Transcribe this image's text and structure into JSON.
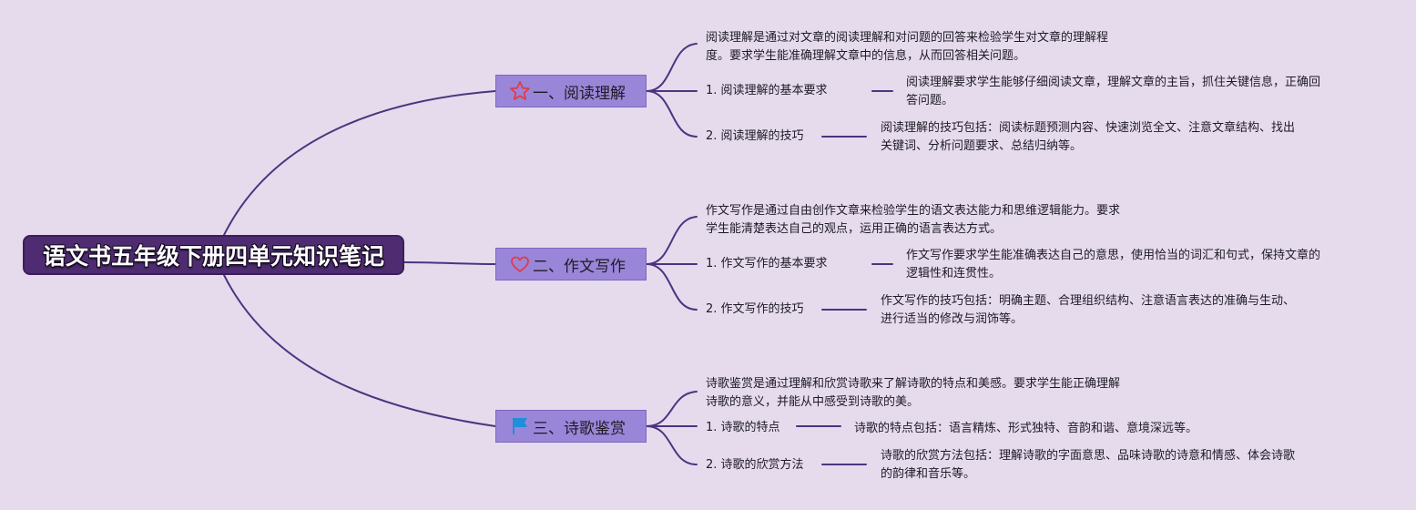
{
  "root": {
    "title": "语文书五年级下册四单元知识笔记"
  },
  "branches": [
    {
      "label": "一、阅读理解",
      "icon": "star-icon",
      "icon_color": "#e23a4a",
      "intro": [
        "阅读理解是通过对文章的阅读理解和对问题的回答来检验学生对文章的理解程",
        "度。要求学生能准确理解文章中的信息，从而回答相关问题。"
      ],
      "items": [
        {
          "label": "1. 阅读理解的基本要求",
          "detail": [
            "阅读理解要求学生能够仔细阅读文章，理解文章的主旨，抓住关键信息，正确回",
            "答问题。"
          ]
        },
        {
          "label": "2. 阅读理解的技巧",
          "detail": [
            "阅读理解的技巧包括：阅读标题预测内容、快速浏览全文、注意文章结构、找出",
            "关键词、分析问题要求、总结归纳等。"
          ]
        }
      ]
    },
    {
      "label": "二、作文写作",
      "icon": "heart-icon",
      "icon_color": "#e23a4a",
      "intro": [
        "作文写作是通过自由创作文章来检验学生的语文表达能力和思维逻辑能力。要求",
        "学生能清楚表达自己的观点，运用正确的语言表达方式。"
      ],
      "items": [
        {
          "label": "1. 作文写作的基本要求",
          "detail": [
            "作文写作要求学生能准确表达自己的意思，使用恰当的词汇和句式，保持文章的",
            "逻辑性和连贯性。"
          ]
        },
        {
          "label": "2. 作文写作的技巧",
          "detail": [
            "作文写作的技巧包括：明确主题、合理组织结构、注意语言表达的准确与生动、",
            "进行适当的修改与润饰等。"
          ]
        }
      ]
    },
    {
      "label": "三、诗歌鉴赏",
      "icon": "flag-icon",
      "icon_color": "#1e8fd8",
      "intro": [
        "诗歌鉴赏是通过理解和欣赏诗歌来了解诗歌的特点和美感。要求学生能正确理解",
        "诗歌的意义，并能从中感受到诗歌的美。"
      ],
      "items": [
        {
          "label": "1. 诗歌的特点",
          "detail": [
            "诗歌的特点包括：语言精炼、形式独特、音韵和谐、意境深远等。"
          ]
        },
        {
          "label": "2. 诗歌的欣赏方法",
          "detail": [
            "诗歌的欣赏方法包括：理解诗歌的字面意思、品味诗歌的诗意和情感、体会诗歌",
            "的韵律和音乐等。"
          ]
        }
      ]
    }
  ],
  "colors": {
    "background": "#e5dbed",
    "root_fill": "#4f2c71",
    "branch_fill": "#9a86d8",
    "line": "#4d3380"
  }
}
